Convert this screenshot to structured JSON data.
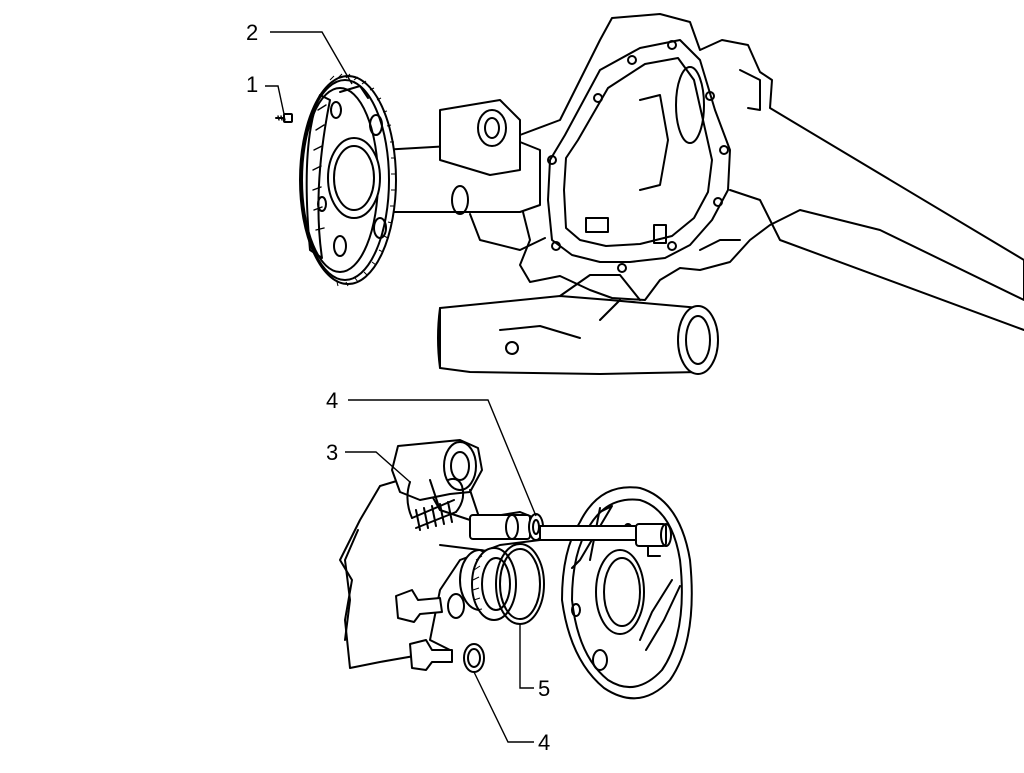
{
  "callouts": [
    {
      "id": "c1",
      "label": "1"
    },
    {
      "id": "c2",
      "label": "2"
    },
    {
      "id": "c3",
      "label": "3"
    },
    {
      "id": "c4a",
      "label": "4"
    },
    {
      "id": "c4b",
      "label": "4"
    },
    {
      "id": "c5",
      "label": "5"
    }
  ],
  "colors": {
    "line": "#000000",
    "background": "#ffffff"
  },
  "parts": [
    "screw-part",
    "brake-backing-plate-upper",
    "return-spring",
    "o-ring-upper",
    "o-ring-lower",
    "snap-ring"
  ]
}
